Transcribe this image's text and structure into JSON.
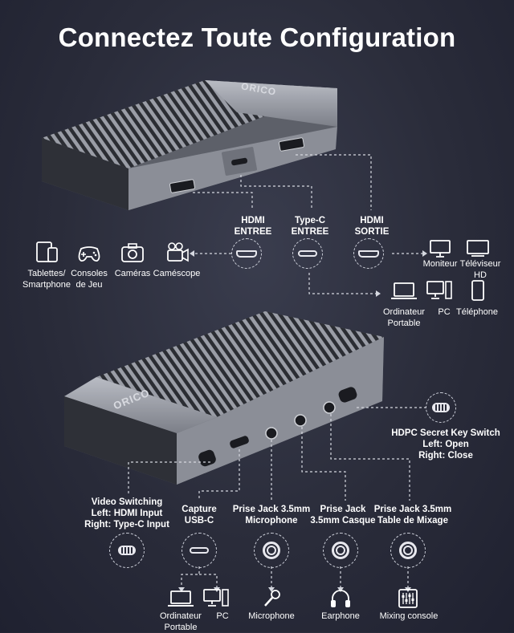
{
  "title": "Connectez Toute Configuration",
  "device": {
    "brand": "ORICO"
  },
  "top_ports": {
    "hdmi_in": {
      "line1": "HDMI",
      "line2": "ENTREE"
    },
    "typec_in": {
      "line1": "Type-C",
      "line2": "ENTREE"
    },
    "hdmi_out": {
      "line1": "HDMI",
      "line2": "SORTIE"
    }
  },
  "sources": [
    {
      "label": "Tablettes/\nSmartphone",
      "icon": "tablet-phone-icon"
    },
    {
      "label": "Consoles\nde Jeu",
      "icon": "gamepad-icon"
    },
    {
      "label": "Caméras",
      "icon": "camera-icon"
    },
    {
      "label": "Caméscope",
      "icon": "camcorder-icon"
    }
  ],
  "outputs": [
    {
      "label": "Moniteur",
      "icon": "monitor-icon"
    },
    {
      "label": "Téléviseur\nHD",
      "icon": "tv-icon"
    }
  ],
  "typec_targets": [
    {
      "label": "Ordinateur\nPortable",
      "icon": "laptop-icon"
    },
    {
      "label": "PC",
      "icon": "desktop-pc-icon"
    },
    {
      "label": "Téléphone",
      "icon": "phone-icon"
    }
  ],
  "hdpc": {
    "line1": "HDPC Secret Key Switch",
    "line2": "Left: Open",
    "line3": "Right: Close"
  },
  "bottom_ports": [
    {
      "label": "Video Switching\nLeft: HDMI Input\nRight: Type-C Input"
    },
    {
      "label": "Capture\nUSB-C"
    },
    {
      "label": "Prise Jack 3.5mm\nMicrophone"
    },
    {
      "label": "Prise Jack\n3.5mm Casque"
    },
    {
      "label": "Prise Jack 3.5mm\nTable de Mixage"
    }
  ],
  "bottom_targets": [
    {
      "label": "Ordinateur\nPortable",
      "icon": "laptop-icon"
    },
    {
      "label": "PC",
      "icon": "desktop-pc-icon"
    },
    {
      "label": "Microphone",
      "icon": "microphone-icon"
    },
    {
      "label": "Earphone",
      "icon": "headphones-icon"
    },
    {
      "label": "Mixing console",
      "icon": "mixing-console-icon"
    }
  ]
}
